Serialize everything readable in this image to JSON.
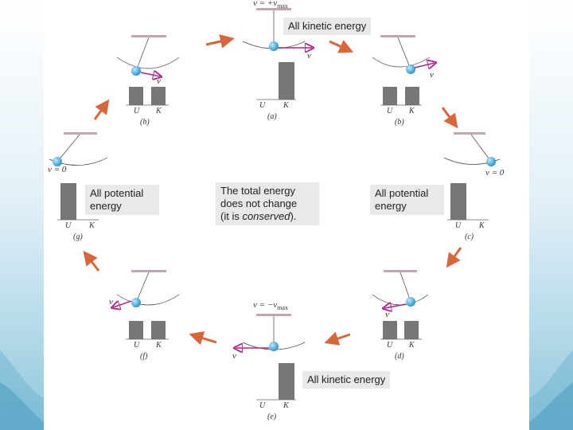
{
  "labels": {
    "top_kinetic": "All kinetic energy",
    "bottom_kinetic": "All kinetic energy",
    "left_potential_line1": "All potential",
    "left_potential_line2": "energy",
    "right_potential_line1": "All potential",
    "right_potential_line2": "energy",
    "center_line1": "The total energy",
    "center_line2": "does not change",
    "center_line3_pre": "(it is ",
    "center_line3_em": "conserved",
    "center_line3_post": ")."
  },
  "velocity_text": {
    "top_prefix": "v = +v",
    "top_sub": "max",
    "bottom_prefix": "v = −v",
    "bottom_sub": "max",
    "right_zero": "v = 0",
    "left_zero": "v = 0",
    "v": "v"
  },
  "axis": {
    "u": "U",
    "k": "K"
  },
  "captions": {
    "a": "(a)",
    "b": "(b)",
    "c": "(c)",
    "d": "(d)",
    "e": "(e)",
    "f": "(f)",
    "g": "(g)",
    "h": "(h)"
  },
  "colors": {
    "arrow": "#d9663a",
    "velocity_vector": "#b2248c",
    "ceiling": "#c4a6ad",
    "bar": "#777777",
    "bob": "#3aa7dc",
    "label_bg": "#e9e9e9"
  }
}
